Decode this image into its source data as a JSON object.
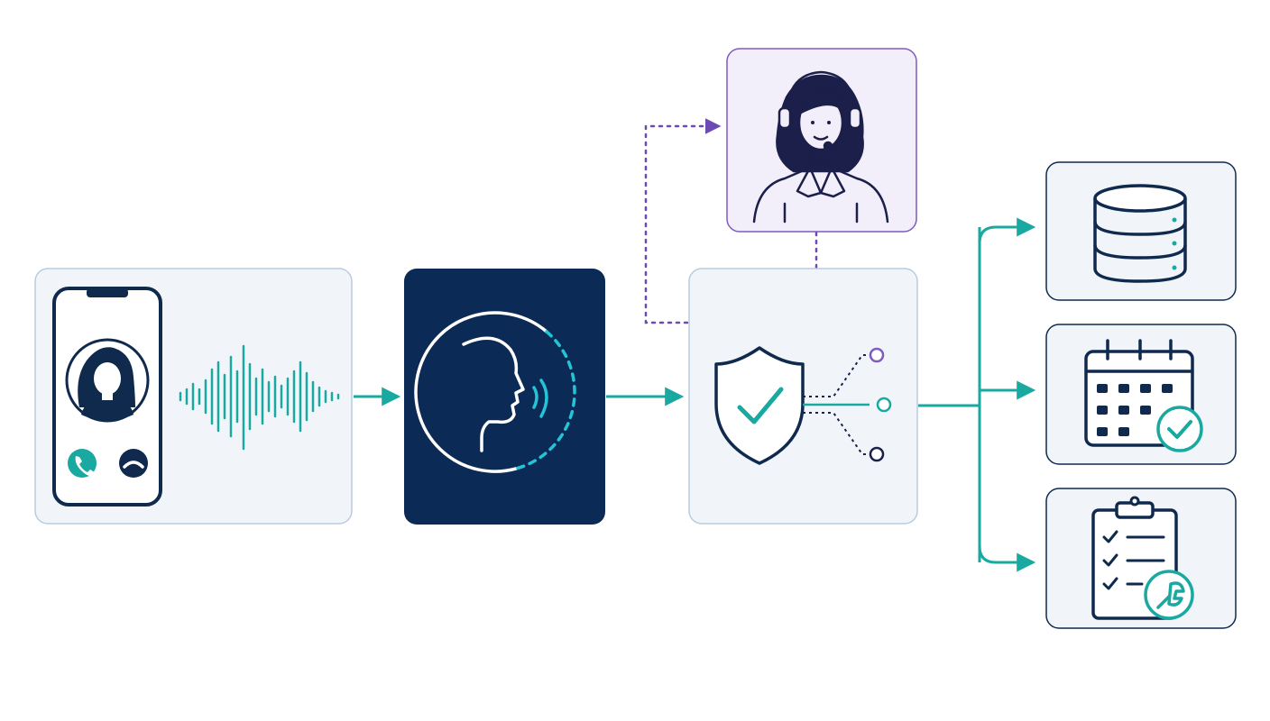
{
  "colors": {
    "navy": "#0f2a4d",
    "teal": "#1aa9a0",
    "cyan": "#23c4d6",
    "purple": "#6b4bb3",
    "panel_fill": "#f1f5fa",
    "panel_border": "#b9cbe0",
    "agent_fill": "#f3effa",
    "agent_border": "#7d5bbf",
    "dark_panel": "#0b2a55",
    "white": "#ffffff"
  },
  "nodes": [
    {
      "id": "caller",
      "icon": "smartphone-caller-icon",
      "accent": "teal"
    },
    {
      "id": "voice-ai",
      "icon": "speaking-head-icon",
      "accent": "cyan"
    },
    {
      "id": "human-agent",
      "icon": "headset-agent-icon",
      "accent": "purple"
    },
    {
      "id": "verification",
      "icon": "shield-check-icon",
      "accent": "teal"
    },
    {
      "id": "database",
      "icon": "database-icon",
      "accent": "navy"
    },
    {
      "id": "calendar",
      "icon": "calendar-check-icon",
      "accent": "teal"
    },
    {
      "id": "work-order",
      "icon": "clipboard-wrench-icon",
      "accent": "teal"
    }
  ],
  "edges": [
    {
      "from": "caller",
      "to": "voice-ai",
      "style": "solid"
    },
    {
      "from": "voice-ai",
      "to": "verification",
      "style": "solid"
    },
    {
      "from": "verification",
      "to": "human-agent",
      "style": "dotted"
    },
    {
      "from": "verification",
      "to": "database",
      "style": "solid"
    },
    {
      "from": "verification",
      "to": "calendar",
      "style": "solid"
    },
    {
      "from": "verification",
      "to": "work-order",
      "style": "solid"
    }
  ]
}
